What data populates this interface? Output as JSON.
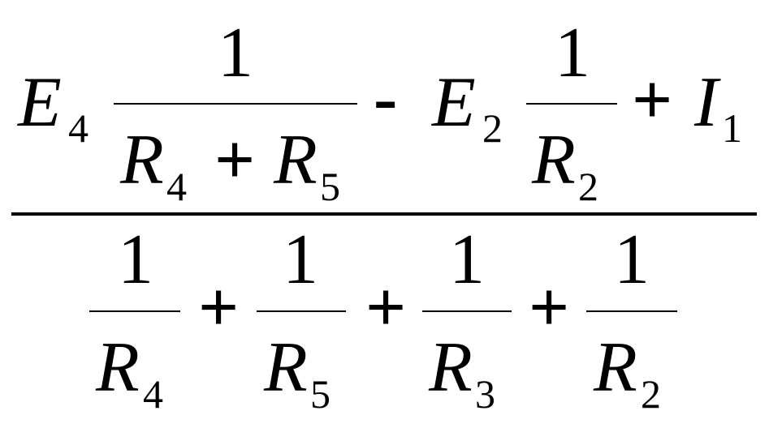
{
  "formula": {
    "numerator": {
      "term1": {
        "var": "E",
        "sub": "4",
        "frac_num": "1",
        "frac_den_var1": "R",
        "frac_den_sub1": "4",
        "frac_den_op": "+",
        "frac_den_var2": "R",
        "frac_den_sub2": "5"
      },
      "op1": "-",
      "term2": {
        "var": "E",
        "sub": "2",
        "frac_num": "1",
        "frac_den_var": "R",
        "frac_den_sub": "2"
      },
      "op2": "+",
      "term3": {
        "var": "I",
        "sub": "1"
      }
    },
    "denominator": {
      "terms": [
        {
          "num": "1",
          "var": "R",
          "sub": "4"
        },
        {
          "num": "1",
          "var": "R",
          "sub": "5"
        },
        {
          "num": "1",
          "var": "R",
          "sub": "3"
        },
        {
          "num": "1",
          "var": "R",
          "sub": "2"
        }
      ],
      "ops": [
        "+",
        "+",
        "+"
      ]
    }
  }
}
